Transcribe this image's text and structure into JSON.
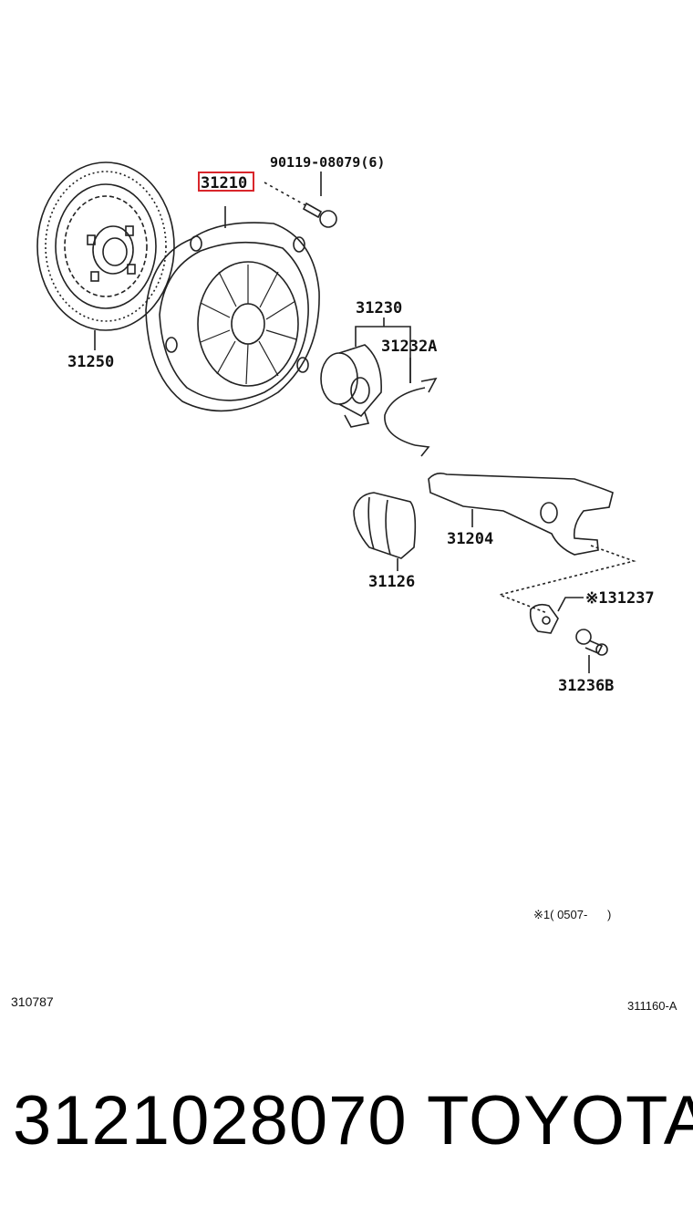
{
  "diagram": {
    "callouts": {
      "bolt": "90119-08079(6)",
      "cover_assembly": "31210",
      "disc": "31250",
      "bearing": "31230",
      "clip": "31232A",
      "fork": "31204",
      "boot": "31126",
      "fork_support": "※131237",
      "bolt_b": "31236B"
    },
    "highlighted_part": "31210",
    "highlight_color": "#d9262b",
    "footnote": "※1( 0507-      )",
    "left_code": "310787",
    "right_code": "311160-A"
  },
  "footer": {
    "part_number": "3121028070",
    "brand": "TOYOTA"
  }
}
